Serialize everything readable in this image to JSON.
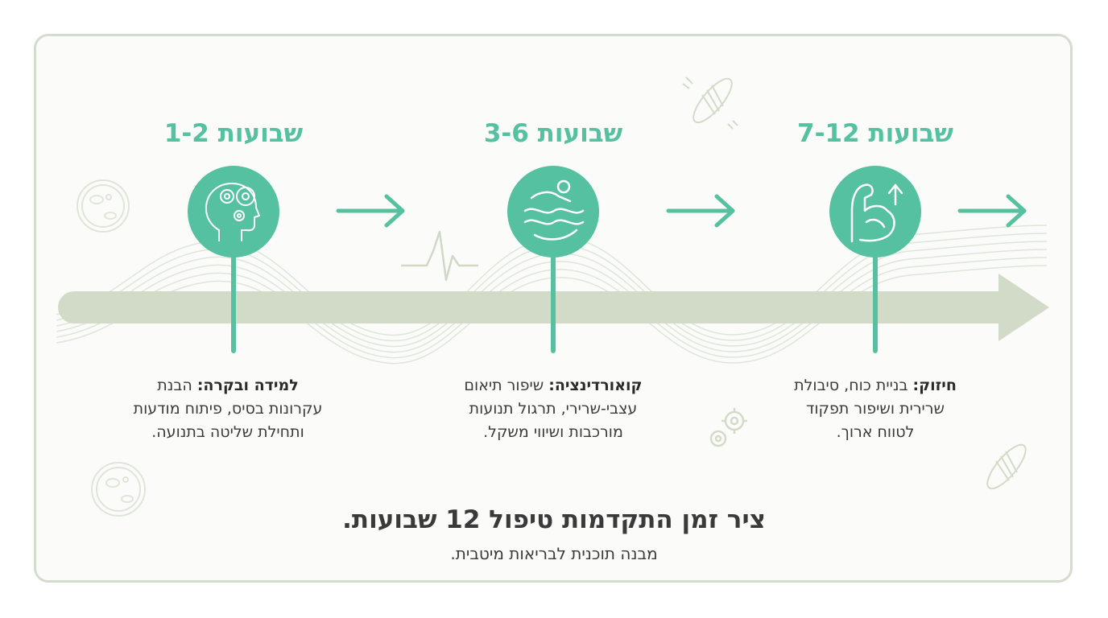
{
  "phases": [
    {
      "title": "שבועות 1-2",
      "icon": "head-gears-icon",
      "label": "למידה ובקרה:",
      "lines": [
        "הבנת",
        "עקרונות בסיס, פיתוח מודעות",
        "ותחילת שליטה בתנועה."
      ]
    },
    {
      "title": "שבועות 3-6",
      "icon": "coordination-hands-icon",
      "label": "קואורדינציה:",
      "lines": [
        "שיפור תיאום",
        "עצבי-שרירי, תרגול תנועות",
        "מורכבות ושיווי משקל."
      ]
    },
    {
      "title": "שבועות 7-12",
      "icon": "flexed-arm-icon",
      "label": "חיזוק:",
      "lines": [
        "בניית כוח, סיבולת",
        "שרירית ושיפור תפקוד",
        "לטווח ארוך."
      ]
    }
  ],
  "footer": {
    "title": "ציר זמן התקדמות טיפול 12 שבועות.",
    "subtitle": "מבנה תוכנית לבריאות מיטבית."
  },
  "colors": {
    "accent": "#55c1a0",
    "timeline": "#d2dac8",
    "decor": "#dfe5d8",
    "text": "#3a3a3a"
  }
}
